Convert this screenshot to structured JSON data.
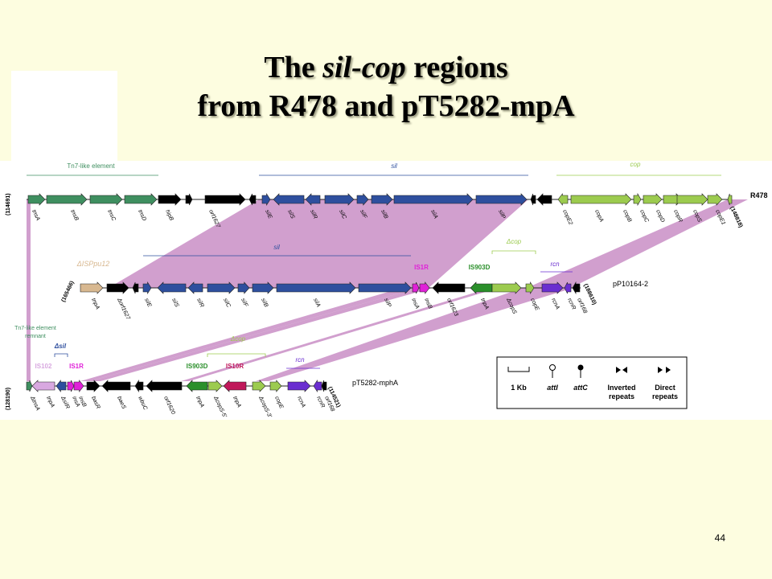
{
  "title": {
    "line1_a": "The ",
    "line1_b": "sil-cop",
    "line1_c": " regions",
    "line2": "from R478 and pT5282-mpA"
  },
  "page_number": "44",
  "colors": {
    "tn7": "#3f8f60",
    "sil": "#2e4f9e",
    "cop": "#9ccb4f",
    "homology": "#c98ec6",
    "is1r": "#e020d8",
    "is903d": "#2a8f2a",
    "is10r": "#c0185a",
    "rcn": "#6a2ed0",
    "isspu": "#d8b890",
    "is102": "#d8a8e0",
    "black": "#000000"
  },
  "r478": {
    "name": "R478",
    "start": "(114691)",
    "end": "(148818)",
    "region_tn7": "Tn7-like element",
    "region_sil": "sil",
    "region_cop": "cop",
    "genes": [
      "tnsA",
      "tnsB",
      "tnsC",
      "tnsD",
      "hipB",
      "orf1627",
      "silE",
      "silS",
      "silR",
      "silC",
      "silF",
      "silB",
      "silA",
      "silP",
      "copE2",
      "copA",
      "copB",
      "copC",
      "copD",
      "copR",
      "copS",
      "copE1"
    ]
  },
  "pp10164": {
    "name": "pP10164-2",
    "start": "(165466)",
    "end": "(188610)",
    "region_isspu": "ΔISPpu12",
    "region_sil": "sil",
    "region_dcop": "Δcop",
    "region_is1r": "IS1R",
    "region_is903d": "IS903D",
    "region_rcn": "rcn",
    "genes": [
      "tnpA",
      "Δorf1627",
      "silE",
      "silS",
      "silR",
      "silC",
      "silF",
      "silB",
      "silA",
      "silP",
      "insA",
      "insB",
      "orf1623",
      "tnpA",
      "ΔcopS",
      "copE",
      "rcnA",
      "rcnR",
      "orf168"
    ]
  },
  "pt5282": {
    "name": "pT5282-mphA",
    "start": "(128190)",
    "end": "(114521)",
    "region_tn7": "Tn7-like element",
    "region_tn7b": "remnant",
    "region_dsil": "Δsil",
    "region_dcop": "Δcop",
    "region_is102": "IS102",
    "region_is1r": "IS1R",
    "region_is903d": "IS903D",
    "region_is10r": "IS10R",
    "region_rcn": "rcn",
    "genes": [
      "ΔtnsA",
      "tnpA",
      "ΔsilR",
      "insA",
      "insB",
      "basR",
      "baeS",
      "wbuC",
      "orf1620",
      "tnpA",
      "ΔcopS-5'",
      "tnpA",
      "ΔcopS-3'",
      "copE",
      "rcnA",
      "rcnR",
      "orf168"
    ]
  },
  "legend": {
    "scale": "1 Kb",
    "attI": "attI",
    "attC": "attC",
    "inverted": "Inverted",
    "inverted2": "repeats",
    "direct": "Direct",
    "direct2": "repeats"
  }
}
